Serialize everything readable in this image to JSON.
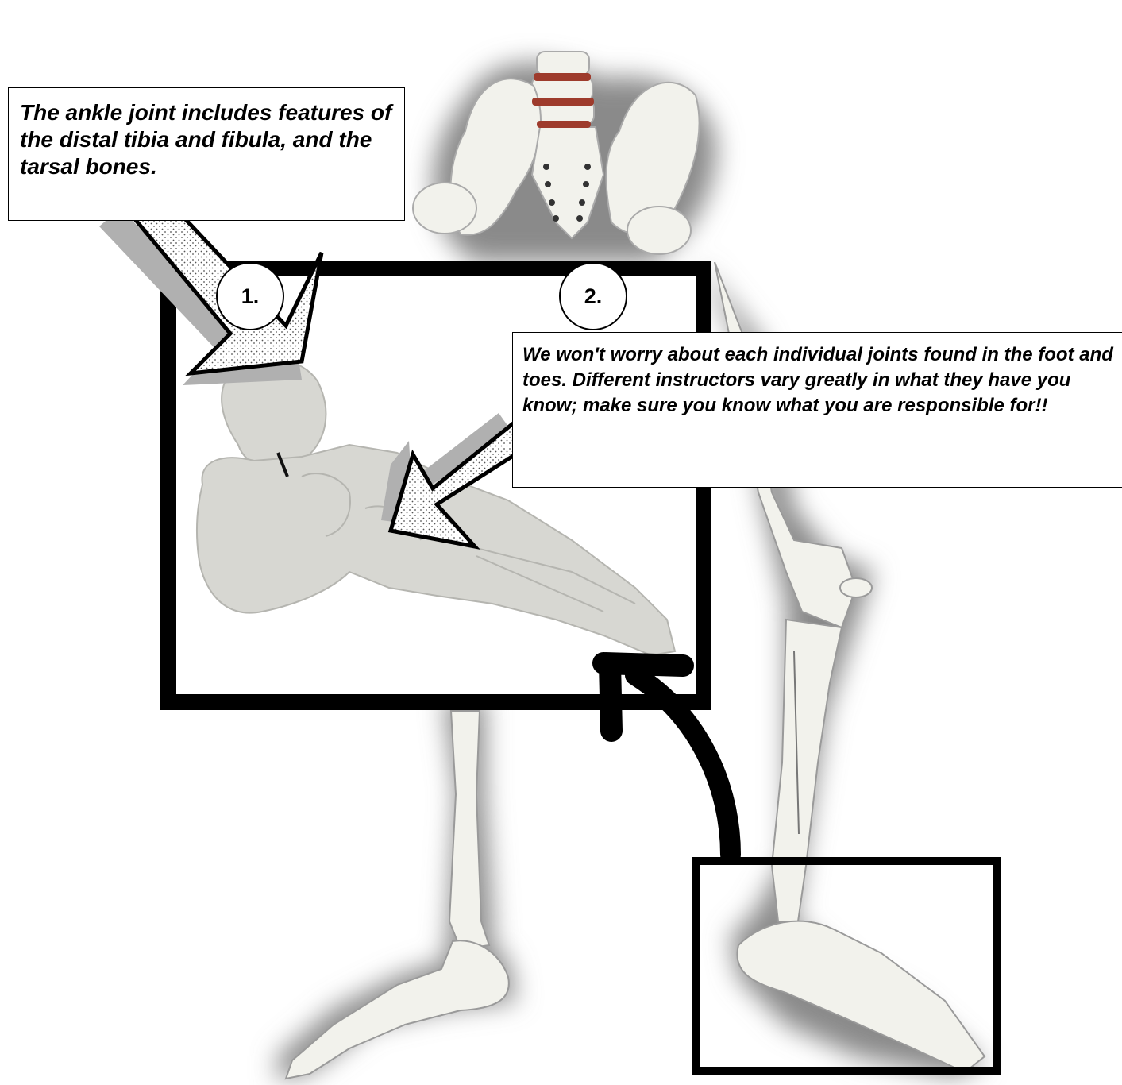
{
  "callouts": {
    "ankle": "The ankle joint includes features of the distal tibia and fibula, and the tarsal bones.",
    "foot": "We won't worry about each individual joints found in the foot and toes.  Different instructors vary greatly in what they have you know; make sure you know what you are responsible for!!"
  },
  "markers": {
    "one": "1.",
    "two": "2."
  },
  "colors": {
    "frame": "#000000",
    "bone": "#f2f2ec",
    "bone_zoom": "#d7d7d2",
    "glow": "#8a8a8a",
    "vertebral_disc": "#9e3b2c"
  }
}
